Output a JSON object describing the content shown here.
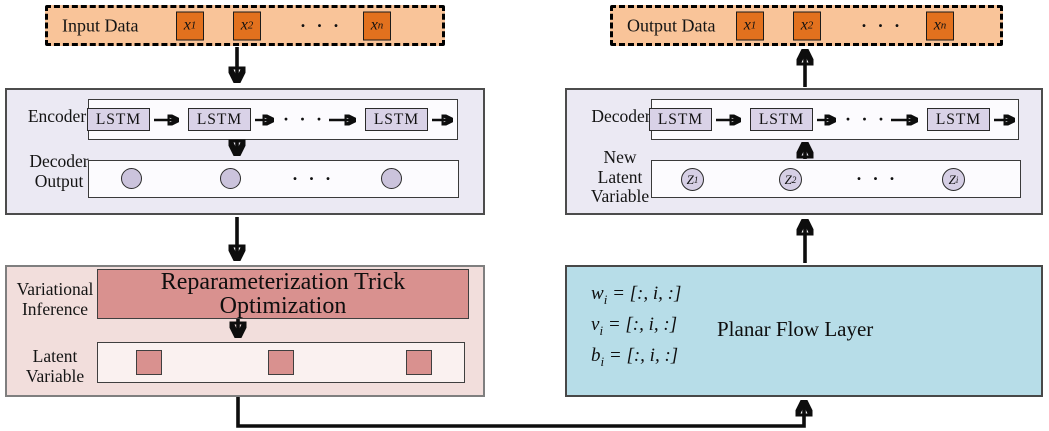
{
  "input_data": {
    "label": "Input Data",
    "items": [
      {
        "base": "x",
        "sub": "1"
      },
      {
        "base": "x",
        "sub": "2"
      },
      {
        "base": "x",
        "sub": "n"
      }
    ],
    "dots": "· · ·"
  },
  "output_data": {
    "label": "Output Data",
    "items": [
      {
        "base": "x",
        "sub": "1"
      },
      {
        "base": "x",
        "sub": "2"
      },
      {
        "base": "x",
        "sub": "n"
      }
    ],
    "dots": "· · ·"
  },
  "encoder": {
    "label": "Encoder",
    "lstm_label": "LSTM",
    "dots": "· · ·"
  },
  "decoder_output": {
    "label_line1": "Decoder",
    "label_line2": "Output",
    "dots": "· · ·"
  },
  "decoder": {
    "label": "Decoder",
    "lstm_label": "LSTM",
    "dots": "· · ·"
  },
  "new_latent": {
    "label_line1": "New",
    "label_line2": "Latent",
    "label_line3": "Variable",
    "items": [
      {
        "base": "Z",
        "sub": "1"
      },
      {
        "base": "Z",
        "sub": "2"
      },
      {
        "base": "Z",
        "sub": "i"
      }
    ],
    "dots": "· · ·"
  },
  "variational": {
    "label_line1": "Variational",
    "label_line2": "Inference",
    "optimization_line1": "Reparameterization Trick",
    "optimization_line2": "Optimization",
    "latent_label_line1": "Latent",
    "latent_label_line2": "Variable"
  },
  "planar": {
    "equations": [
      {
        "base": "w",
        "sub": "i",
        "rhs_pre": "= [:, ",
        "rhs_var": "i",
        "rhs_post": ", :]"
      },
      {
        "base": "v",
        "sub": "i",
        "rhs_pre": "= [:, ",
        "rhs_var": "i",
        "rhs_post": ", :]"
      },
      {
        "base": "b",
        "sub": "i",
        "rhs_pre": "= [:, ",
        "rhs_var": "i",
        "rhs_post": ", :]"
      }
    ],
    "label": "Planar Flow Layer"
  },
  "colors": {
    "strip_bg": "#f9c499",
    "chip_orange": "#e2711e",
    "panel_lavender": "#ebe9f3",
    "lstm_fill": "#d9d2e7",
    "panel_pink": "#f2dedc",
    "red_fill": "#d9918f",
    "panel_cyan": "#b7dde8"
  }
}
